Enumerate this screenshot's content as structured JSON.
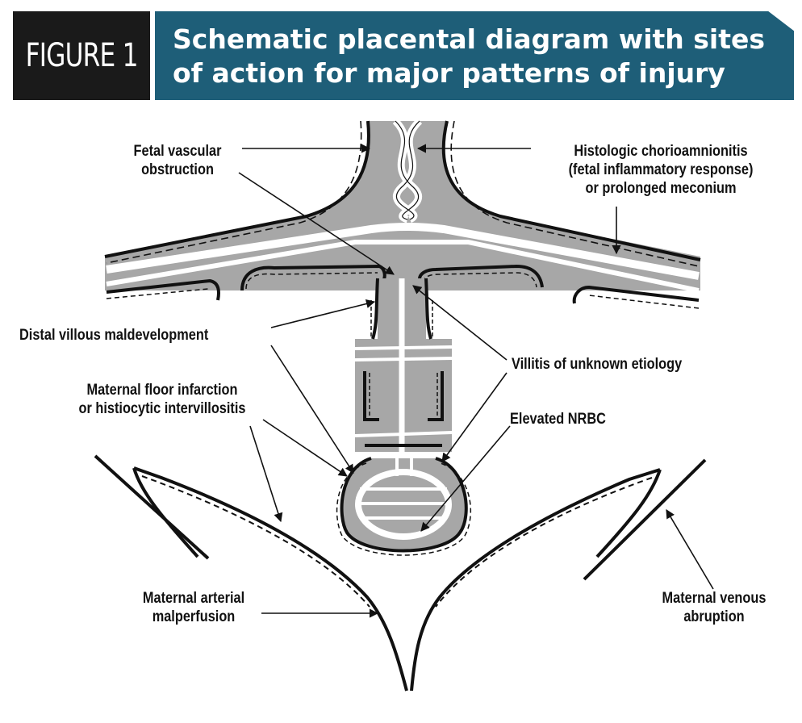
{
  "header": {
    "figure_label": "FIGURE 1",
    "title": "Schematic placental diagram with sites\nof action for major patterns of injury",
    "colors": {
      "figure_box": "#1a1a1a",
      "title_box": "#1e5e78",
      "title_text": "#ffffff"
    }
  },
  "labels": {
    "fetal_vascular_obstruction": "Fetal vascular\nobstruction",
    "histologic_chorioamnionitis": "Histologic chorioamnionitis\n(fetal inflammatory response)\nor prolonged meconium",
    "distal_villous_maldevelopment": "Distal villous maldevelopment",
    "villitis_unknown_etiology": "Villitis of unknown etiology",
    "maternal_floor_infarction": "Maternal floor infarction\nor histiocytic intervillositis",
    "elevated_nrbc": "Elevated NRBC",
    "maternal_arterial_malperfusion": "Maternal arterial\nmalperfusion",
    "maternal_venous_abruption": "Maternal venous\nabruption"
  },
  "colors": {
    "villus_fill": "#a7a7a7",
    "stroke": "#111111",
    "background": "#ffffff"
  }
}
